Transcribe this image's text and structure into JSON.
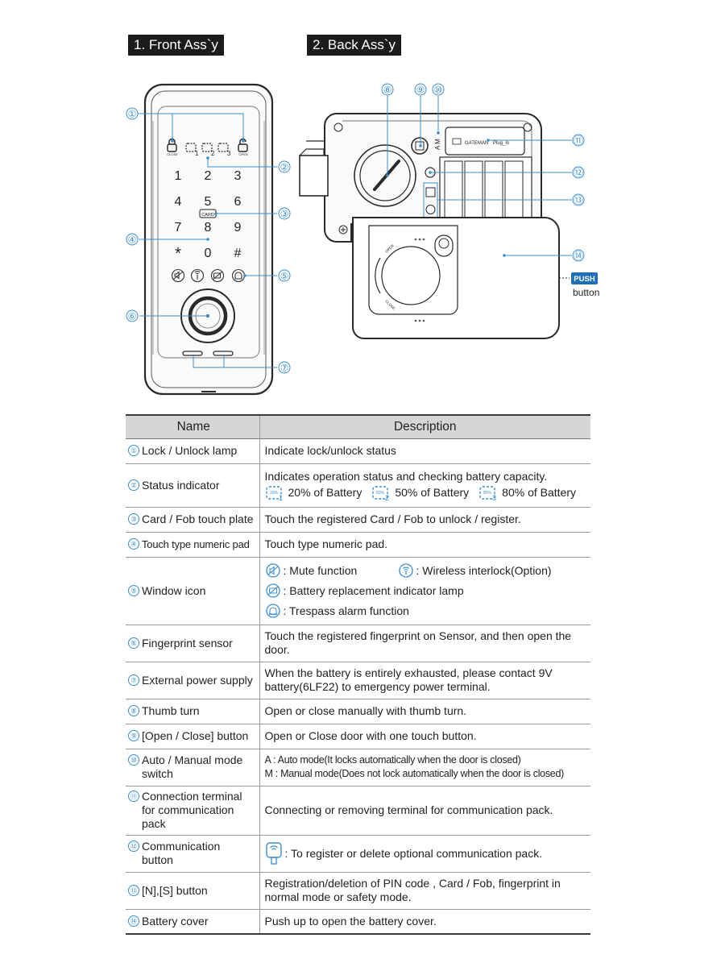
{
  "headings": {
    "front": "1. Front Ass`y",
    "back": "2. Back Ass`y"
  },
  "callouts": [
    "①",
    "②",
    "③",
    "④",
    "⑤",
    "⑥",
    "⑦",
    "⑧",
    "⑨",
    "⑩",
    "⑪",
    "⑫",
    "⑬",
    "⑭"
  ],
  "keypad": {
    "lamp_close": "CLOSE",
    "lamp_open": "OPEN",
    "status": [
      "20%",
      "50%",
      "80%"
    ],
    "status_nums": [
      "1",
      "2",
      "3"
    ],
    "keys": [
      "1",
      "2",
      "3",
      "4",
      "5",
      "6",
      "7",
      "8",
      "9",
      "*",
      "0",
      "#"
    ],
    "card": "CARD"
  },
  "back": {
    "ab": "A  M",
    "brand": "GATEMAN",
    "plug": "Plug_in",
    "push": "PUSH",
    "push_sub": "button",
    "open": "OPEN",
    "close": "CLOSE"
  },
  "table": {
    "header": {
      "name": "Name",
      "description": "Description"
    },
    "rows": {
      "r1": {
        "n": "①",
        "name": "Lock / Unlock lamp",
        "desc": "Indicate lock/unlock status"
      },
      "r2": {
        "n": "②",
        "name": "Status indicator",
        "desc": "Indicates operation status and checking battery capacity.",
        "b1": "20% of Battery",
        "b2": "50% of Battery",
        "b3": "80% of Battery"
      },
      "r3": {
        "n": "③",
        "name": "Card / Fob touch plate",
        "desc": "Touch the registered Card / Fob to unlock / register."
      },
      "r4": {
        "n": "④",
        "name": "Touch type numeric pad",
        "desc": "Touch type numeric pad."
      },
      "r5": {
        "n": "⑤",
        "name": "Window icon",
        "mute": ": Mute function",
        "wireless": ": Wireless interlock(Option)",
        "battery": ": Battery replacement indicator lamp",
        "alarm": ": Trespass alarm function"
      },
      "r6": {
        "n": "⑥",
        "name": "Fingerprint sensor",
        "desc": "Touch the registered fingerprint on Sensor, and then open the door."
      },
      "r7": {
        "n": "⑦",
        "name": "External power supply",
        "desc": "When the battery is entirely exhausted, please contact 9V battery(6LF22) to emergency power terminal."
      },
      "r8": {
        "n": "⑧",
        "name": "Thumb turn",
        "desc": "Open or close manually with thumb turn."
      },
      "r9": {
        "n": "⑨",
        "name": "[Open / Close] button",
        "desc": "Open or Close door with one touch button."
      },
      "r10": {
        "n": "⑩",
        "name": "Auto / Manual mode switch",
        "a": "A : Auto mode(It locks automatically when the door is closed)",
        "m": "M : Manual mode(Does not lock automatically when the door is closed)"
      },
      "r11": {
        "n": "⑪",
        "name": "Connection terminal for communication pack",
        "desc": "Connecting or removing terminal for communication pack."
      },
      "r12": {
        "n": "⑫",
        "name": "Communication button",
        "desc": ": To register or delete optional communication pack."
      },
      "r13": {
        "n": "⑬",
        "name": "[N],[S] button",
        "desc": "Registration/deletion of PIN code , Card / Fob, fingerprint in normal mode or safety mode."
      },
      "r14": {
        "n": "⑭",
        "name": "Battery cover",
        "desc": "Push up to open the battery cover."
      }
    }
  },
  "colors": {
    "accent": "#3a8fcf",
    "header_bg": "#d6d6d6",
    "label_bg": "#1c1c1c",
    "push_bg": "#1f6fb8"
  }
}
